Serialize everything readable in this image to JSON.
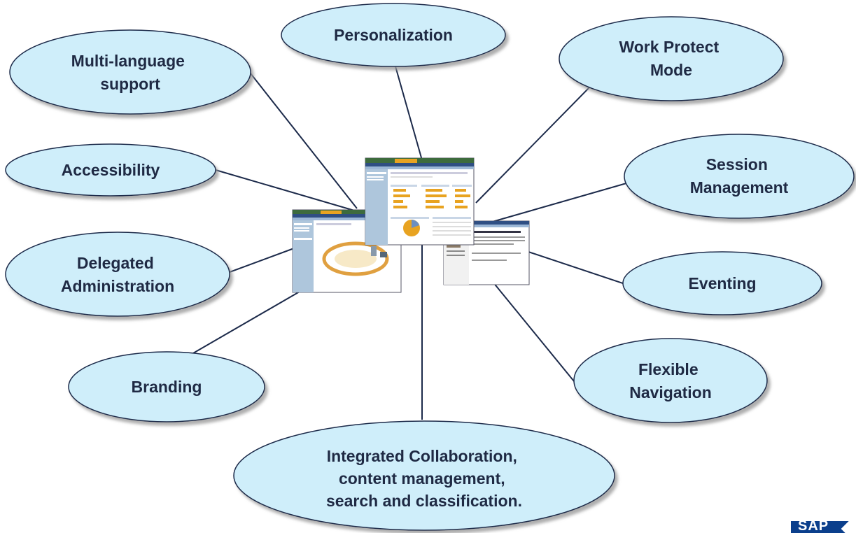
{
  "diagram": {
    "bubbles": [
      {
        "id": "personalization",
        "lines": [
          "Personalization"
        ]
      },
      {
        "id": "multi-language",
        "lines": [
          "Multi-language",
          "support"
        ]
      },
      {
        "id": "work-protect",
        "lines": [
          "Work Protect",
          "Mode"
        ]
      },
      {
        "id": "accessibility",
        "lines": [
          "Accessibility"
        ]
      },
      {
        "id": "session",
        "lines": [
          "Session",
          "Management"
        ]
      },
      {
        "id": "delegated",
        "lines": [
          "Delegated",
          "Administration"
        ]
      },
      {
        "id": "eventing",
        "lines": [
          "Eventing"
        ]
      },
      {
        "id": "branding",
        "lines": [
          "Branding"
        ]
      },
      {
        "id": "flexible-nav",
        "lines": [
          "Flexible",
          "Navigation"
        ]
      },
      {
        "id": "collaboration",
        "lines": [
          "Integrated Collaboration,",
          "content management,",
          "search and classification."
        ]
      }
    ],
    "logo_text": "SAP"
  },
  "colors": {
    "bubble_fill": "#cfeefa",
    "bubble_stroke": "#1c2a4a",
    "connector": "#1c2a4a",
    "text": "#1f2a44",
    "logo": "#0b3f8c"
  }
}
